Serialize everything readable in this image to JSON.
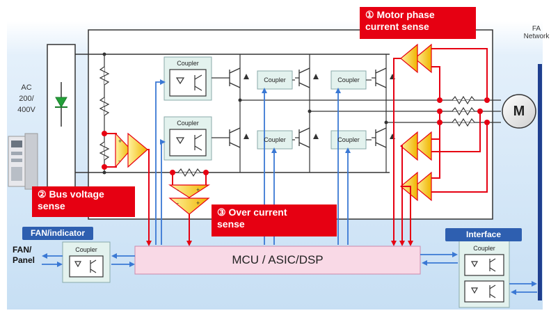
{
  "labels": {
    "fa_network_line1": "FA",
    "fa_network_line2": "Network",
    "ac_line1": "AC",
    "ac_line2": "200/",
    "ac_line3": "400V",
    "motor": "M",
    "mcu": "MCU / ASIC/DSP",
    "coupler": "Coupler",
    "fan_panel_line1": "FAN/",
    "fan_panel_line2": "Panel"
  },
  "callouts": {
    "motor_phase_line1": "① Motor phase",
    "motor_phase_line2": "current sense",
    "bus_voltage_line1": "② Bus voltage",
    "bus_voltage_line2": "sense",
    "over_current_line1": "③  Over current",
    "over_current_line2": "sense"
  },
  "tags": {
    "fan_indicator": "FAN/indicator",
    "interface": "Interface"
  },
  "colors": {
    "background_top": "#ffffff",
    "background_bottom": "#c7dff4",
    "callout_red": "#e60012",
    "tag_blue": "#2e5fb0",
    "signal_red": "#e60012",
    "signal_blue": "#3a78d4",
    "mcu_fill": "#f9d9e6",
    "coupler_fill": "#e3f2ee",
    "amp_fill": "#f5c400",
    "network_bar": "#1f3f8f"
  }
}
